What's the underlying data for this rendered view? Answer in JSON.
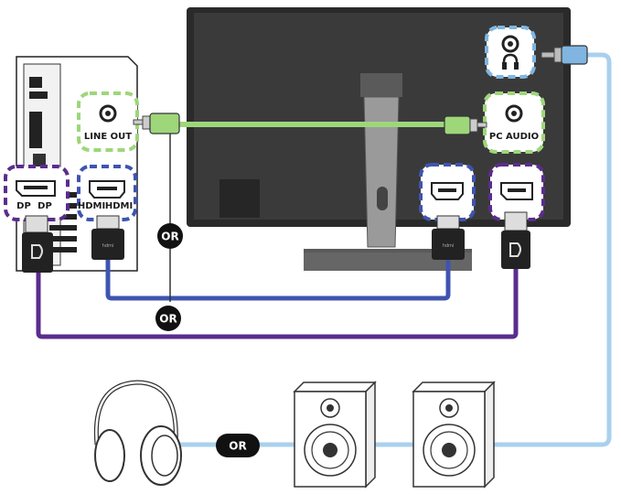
{
  "ports": {
    "line_out": "LINE OUT",
    "pc_audio": "PC AUDIO",
    "dp_left_1": "DP",
    "dp_left_2": "DP",
    "hdmi_left_1": "HDMI",
    "hdmi_left_2": "HDMI"
  },
  "connectors": {
    "or_1": "OR",
    "or_2": "OR",
    "or_3": "OR"
  },
  "colors": {
    "audio_cable": "#9ed67a",
    "hdmi_cable": "#3f54b0",
    "dp_cable": "#5a2c8e",
    "headphone_cable": "#7fb5e0",
    "monitor": "#2a2a2a"
  },
  "icons": [
    "headphone-jack-icon",
    "audio-jack-icon",
    "hdmi-port-icon",
    "displayport-icon",
    "headphones-icon",
    "speaker-icon"
  ]
}
